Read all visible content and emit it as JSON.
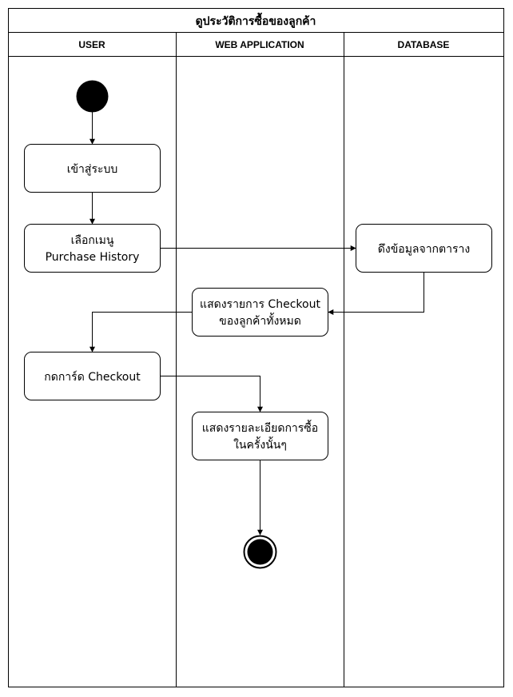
{
  "diagram": {
    "title": "ดูประวัติการซื้อของลูกค้า",
    "lanes": [
      "USER",
      "WEB APPLICATION",
      "DATABASE"
    ],
    "nodes": {
      "login": [
        "เข้าสู่ระบบ"
      ],
      "menu": [
        "เลือกเมนู",
        "Purchase History"
      ],
      "fetch": [
        "ดึงข้อมูลจากตาราง"
      ],
      "list": [
        "แสดงรายการ Checkout",
        "ของลูกค้าทั้งหมด"
      ],
      "click": [
        "กดการ์ด Checkout"
      ],
      "detail": [
        "แสดงรายละเอียดการซื้อ",
        "ในครั้งนั้นๆ"
      ]
    }
  }
}
